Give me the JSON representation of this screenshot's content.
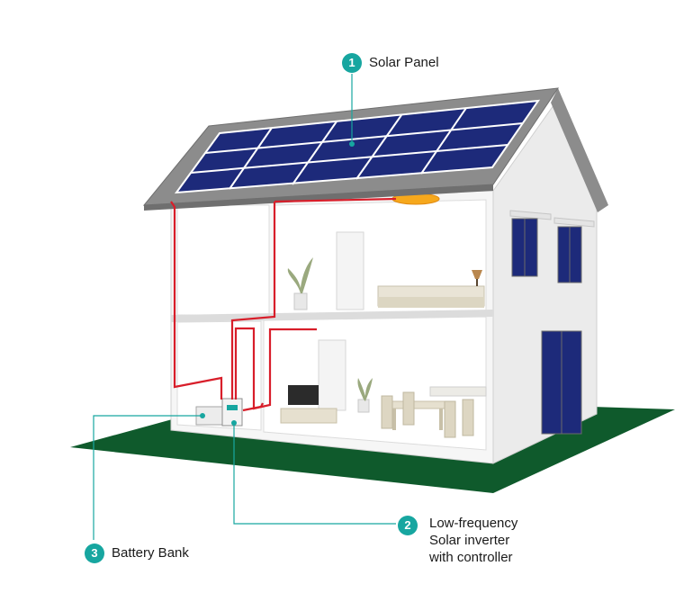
{
  "callouts": [
    {
      "number": "1",
      "text": "Solar Panel"
    },
    {
      "number": "2",
      "lines": [
        "Low-frequency",
        "Solar inverter",
        "with controller"
      ]
    },
    {
      "number": "3",
      "text": "Battery Bank"
    }
  ],
  "colors": {
    "accent": "#17a6a0",
    "ground": "#0f5a2c",
    "roof": "#8c8c8c",
    "panel": "#1d2a7a",
    "wire": "#d81e2a",
    "wall": "#f2f2f2"
  }
}
